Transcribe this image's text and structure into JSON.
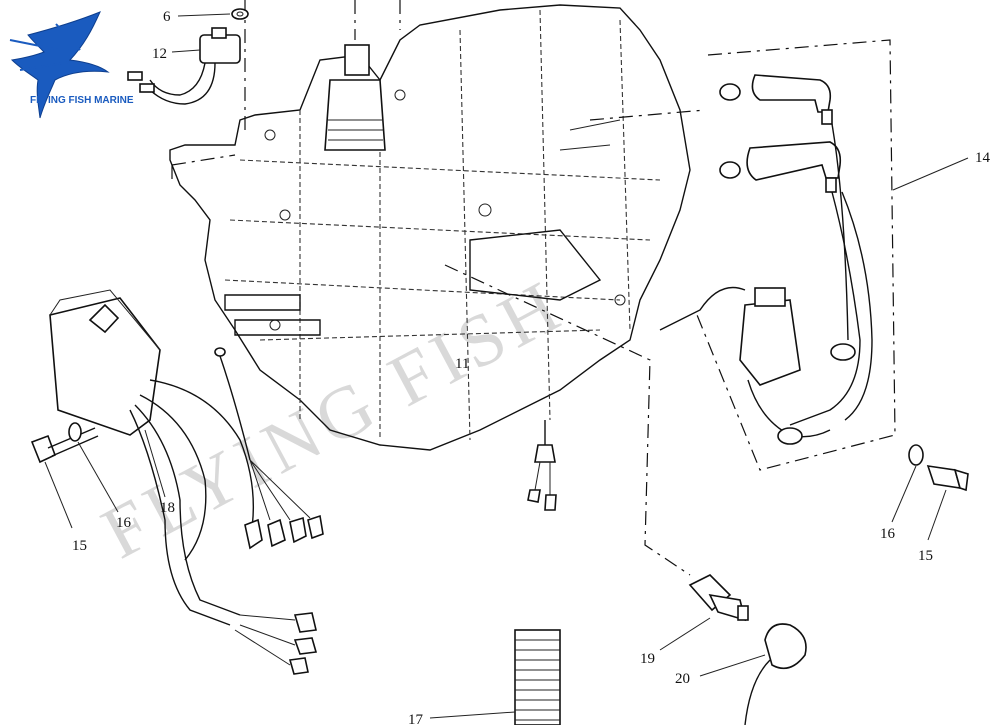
{
  "brand": {
    "name": "FLYING FISH MARINE",
    "watermark": "FLYING FISH",
    "color": "#1a5bbf"
  },
  "callouts": {
    "c6": "6",
    "c12": "12",
    "c14": "14",
    "c15_left": "15",
    "c16_left": "16",
    "c18": "18",
    "c11": "11",
    "c16_right": "16",
    "c15_right": "15",
    "c19": "19",
    "c20": "20",
    "c17": "17"
  }
}
